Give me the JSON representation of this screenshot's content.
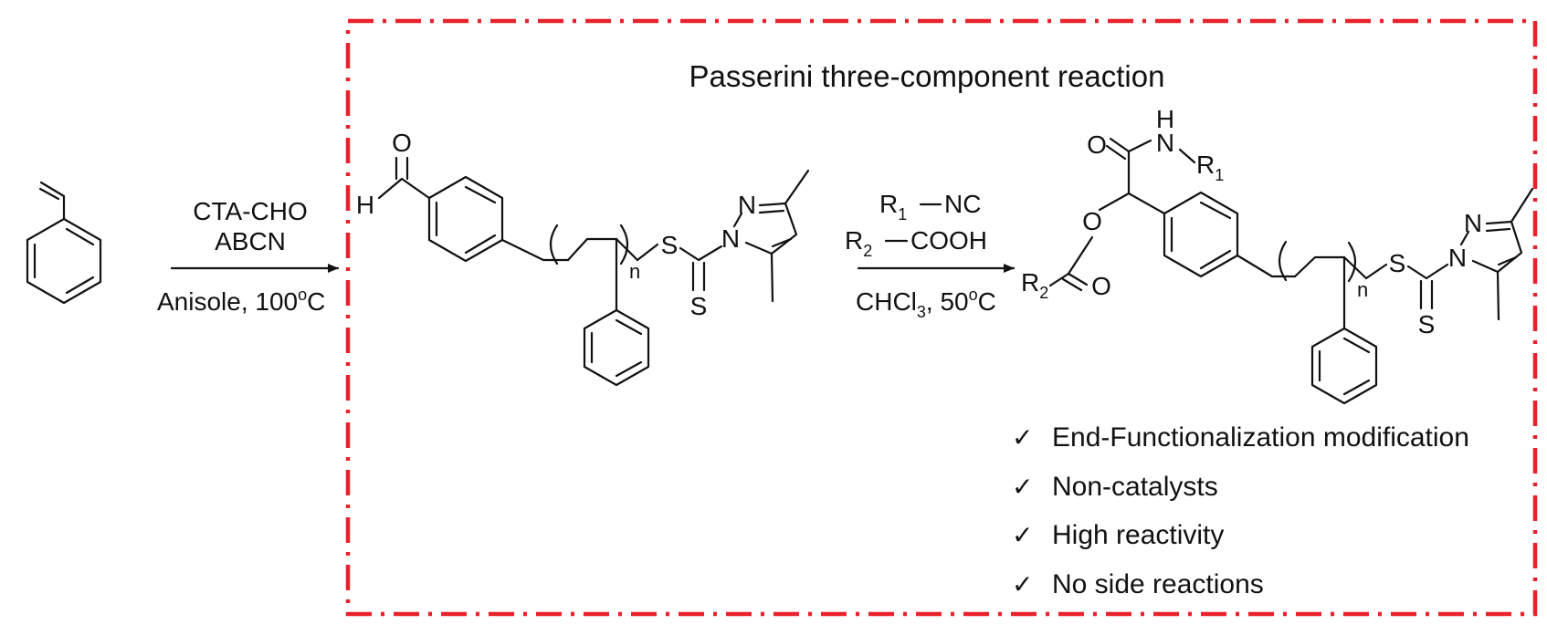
{
  "frame": {
    "title": "Passerini three-component reaction",
    "color": "#e8212b"
  },
  "step1": {
    "reagent_line1": "CTA-CHO",
    "reagent_line2": "ABCN",
    "conditions_solvent": "Anisole, 100",
    "conditions_deg": "o",
    "conditions_unit": "C"
  },
  "step2": {
    "r1": "R",
    "r1_sub": "1",
    "r1_group": "NC",
    "r2": "R",
    "r2_sub": "2",
    "r2_group": "COOH",
    "solvent": "CHCl",
    "solvent_sub": "3",
    "temp": ", 50",
    "temp_deg": "o",
    "temp_unit": "C"
  },
  "atoms": {
    "O": "O",
    "H": "H",
    "S": "S",
    "N": "N",
    "n": "n",
    "R": "R",
    "sub1": "1",
    "sub2": "2"
  },
  "features": {
    "check": "✓",
    "items": [
      "End-Functionalization modification",
      "Non-catalysts",
      "High reactivity",
      "No side reactions"
    ]
  }
}
